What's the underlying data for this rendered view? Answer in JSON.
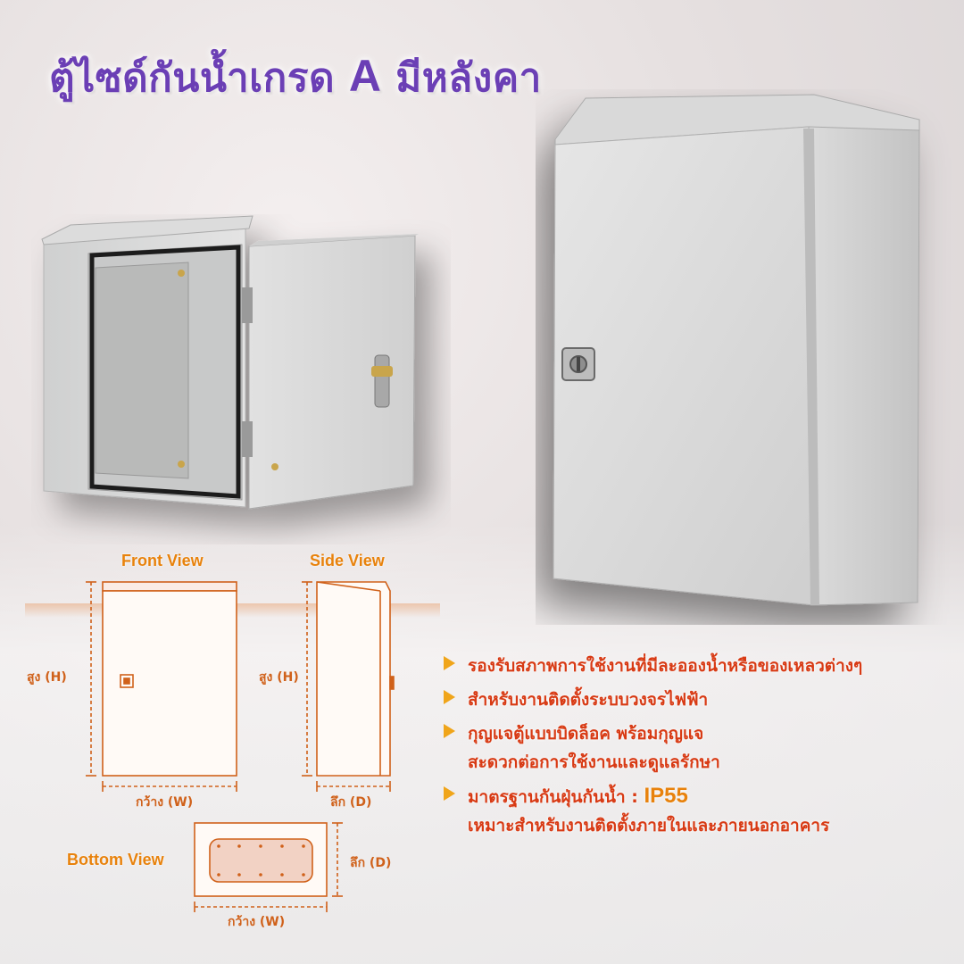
{
  "title": {
    "prefix": "ตู้ไซด์กันน้ำเกรด",
    "grade": "A",
    "suffix": "มีหลังคา"
  },
  "diagram": {
    "front_view_label": "Front View",
    "side_view_label": "Side View",
    "bottom_view_label": "Bottom View",
    "height_label_front": "สูง (H)",
    "height_label_side": "สูง (H)",
    "width_label_front": "กว้าง (W)",
    "depth_label_side": "ลึก (D)",
    "depth_label_bottom": "ลึก (D)",
    "width_label_bottom": "กว้าง (W)"
  },
  "features": {
    "f1": "รองรับสภาพการใช้งานที่มีละอองน้ำหรือของเหลวต่างๆ",
    "f2": "สำหรับงานติดตั้งระบบวงจรไฟฟ้า",
    "f3_line1": "กุญแจตู้แบบบิดล็อค พร้อมกุญแจ",
    "f3_line2": "สะดวกต่อการใช้งานและดูแลรักษา",
    "f4_line1": "มาตรฐานกันฝุ่นกันน้ำ :",
    "f4_ip": "IP55",
    "f4_line2": "เหมาะสำหรับงานติดตั้งภายในและภายนอกอาคาร"
  },
  "colors": {
    "title": "#6b3fb5",
    "diagram_line": "#d0611a",
    "bullet": "#f0a51a",
    "feature_text": "#d83a14"
  }
}
